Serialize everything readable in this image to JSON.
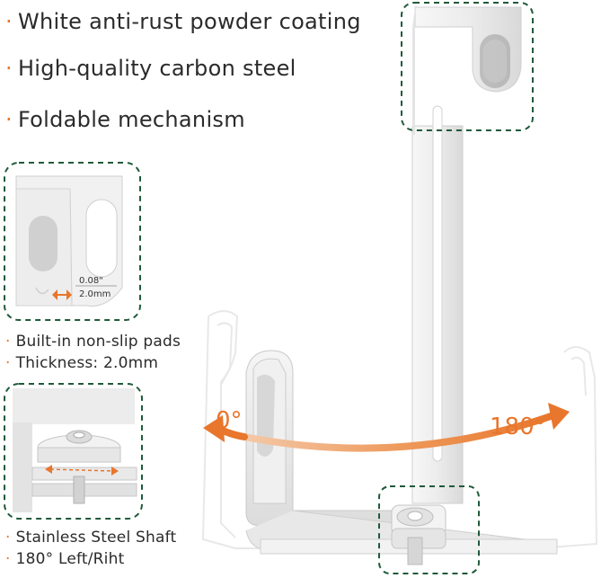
{
  "features": [
    {
      "bullet": "·",
      "text": "White anti-rust powder coating"
    },
    {
      "bullet": "·",
      "text": "High-quality carbon steel"
    },
    {
      "bullet": "·",
      "text": "Foldable mechanism"
    }
  ],
  "detail_top": {
    "thickness_in": "0.08\"",
    "thickness_mm": "2.0mm",
    "notes": [
      {
        "bullet": "·",
        "text": "Built-in non-slip pads"
      },
      {
        "bullet": "·",
        "text": "Thickness: 2.0mm"
      }
    ]
  },
  "detail_bottom": {
    "notes": [
      {
        "bullet": "·",
        "text": "Stainless Steel Shaft"
      },
      {
        "bullet": "·",
        "text": "180° Left/Riht"
      }
    ]
  },
  "rotation": {
    "left_angle": "0°",
    "right_angle": "180°"
  },
  "colors": {
    "accent": "#e8762c",
    "frame": "#1f5a3a",
    "metal": "#ececec",
    "metal_edge": "#c9c9c9"
  }
}
